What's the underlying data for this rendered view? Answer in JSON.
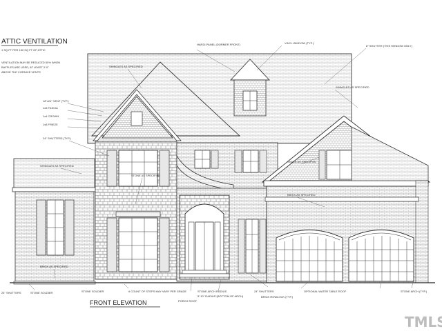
{
  "header": {
    "title": "ATTIC VENTILATION",
    "notes": [
      "1 SQ FT PER 150 SQ FT OF ATTIC",
      "VENTILATION MAY BE REDUCED 50% WHEN",
      "BAFFLES ARE USED, AT LEAST 3'-0\"",
      "ABOVE THE CORNICE VENTS"
    ]
  },
  "footer": {
    "title": "FRONT ELEVATION"
  },
  "watermark": {
    "text": "TMLS"
  },
  "callouts": {
    "hardi_panel": "HARDI-PANEL (DORMER FRONT)",
    "shingles_main": "SHINGLES AS SPECIFIED",
    "vinyl_window": "VINYL WINDOW (TYP.)",
    "shutter_this_window": "8\" SHUTTER (THIS WINDOW ONLY)",
    "gable_vent": "18\"x24\" VENT (TYP.)",
    "fascia": "1x6 FASCIA",
    "crown": "1x4 CROWN",
    "frieze": "1x8 FRIEZE",
    "shutters_left": "24\" SHUTTERS (TYP.)",
    "shingles_left": "SHINGLES AS SPECIFIED",
    "shingles_right": "SHINGLES AS SPECIFIED",
    "shake_right": "SHAKE AS SPECIFIED",
    "stone": "STONE AS SPECIFIED",
    "brick_right": "BRICK AS SPECIFIED",
    "brick_left": "BRICK AS SPECIFIED",
    "stone_soldier_left": "STONE SOLDIER",
    "stone_soldier_mid": "STONE SOLDIER",
    "shutters_bottom": "24\" SHUTTERS",
    "steps": "# COUNT OF STEPS MAY VARY PER GRADE",
    "arch_radius": "5'-10\" RADIUS (BOTTOM OF ARCH)",
    "porch_roof": "PORCH ROOF",
    "stone_arch_ind": "STONE ARCH RADIUS",
    "shutters_right": "24\" SHUTTERS",
    "brick_rowlock": "BRICK ROWLOCK (TYP.)",
    "water_table": "OPTIONAL WATER TABLE ROOF",
    "stone_arch": "STONE ARCH (TYP.)"
  }
}
